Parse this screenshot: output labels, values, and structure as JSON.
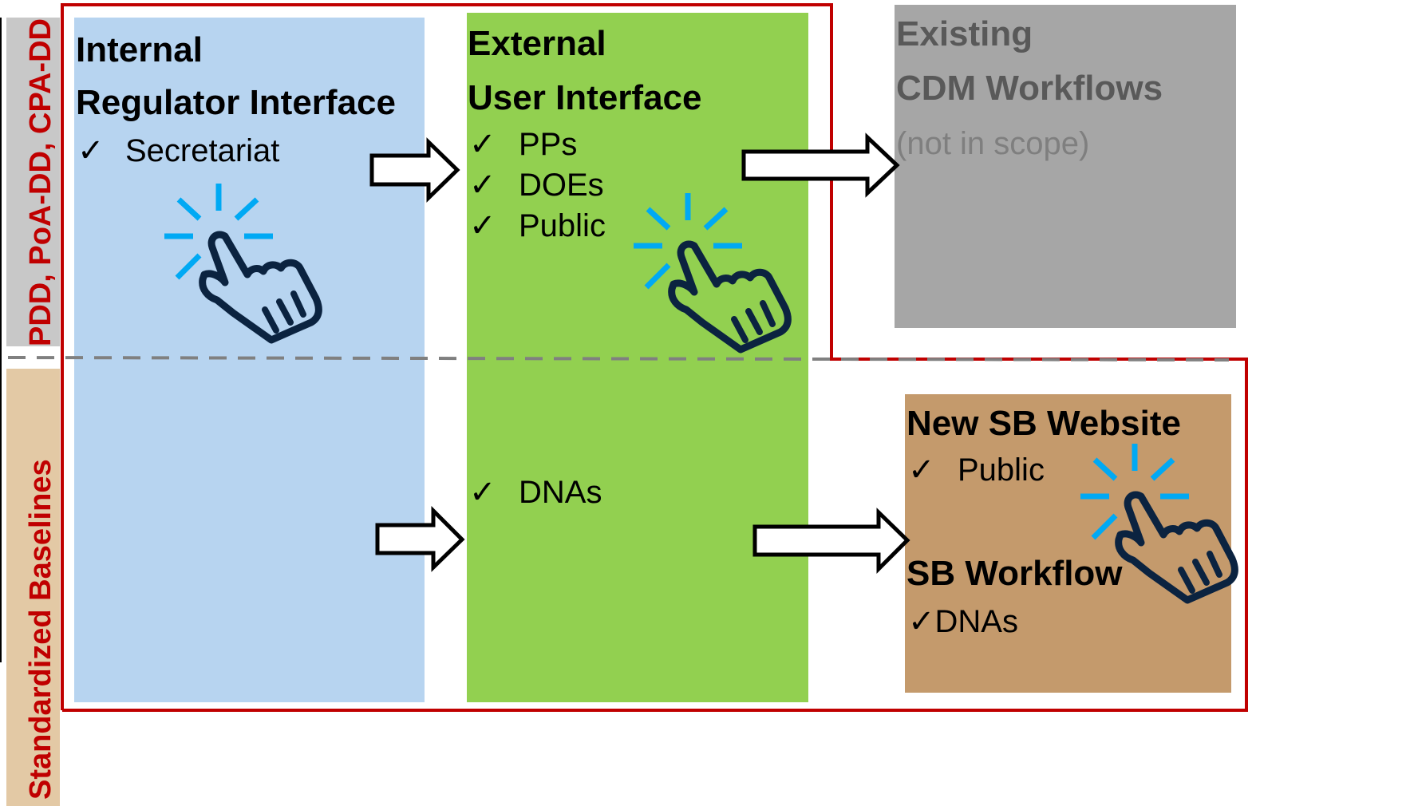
{
  "side_labels": {
    "top": "PDD, PoA-DD, CPA-DD",
    "bottom": "Standardized Baselines"
  },
  "internal": {
    "title_line1": "Internal",
    "title_line2": "Regulator Interface",
    "items": [
      "Secretariat"
    ]
  },
  "external": {
    "title_line1": "External",
    "title_line2": "User Interface",
    "items": [
      "PPs",
      "DOEs",
      "Public"
    ],
    "bottom_items": [
      "DNAs"
    ]
  },
  "existing": {
    "title_line1": "Existing",
    "title_line2": "CDM Workflows",
    "note": "(not in scope)"
  },
  "new_sb": {
    "title": "New SB Website",
    "items": [
      "Public"
    ],
    "workflow_title": "SB Workflow",
    "workflow_items": [
      "DNAs"
    ]
  },
  "check_glyph": "✓",
  "icons": [
    "click-hand-icon",
    "arrow-right-icon"
  ],
  "colors": {
    "internal_bg": "#b7d4f0",
    "external_bg": "#92d050",
    "existing_bg": "#a6a6a6",
    "new_sb_bg": "#c49a6c",
    "scope_border": "#c00000",
    "side_top_bg": "#c8c8c8",
    "side_bottom_bg": "#e3c9a5",
    "divider": "#808080",
    "icon_blue": "#00a9f4",
    "icon_navy": "#0b2340"
  }
}
